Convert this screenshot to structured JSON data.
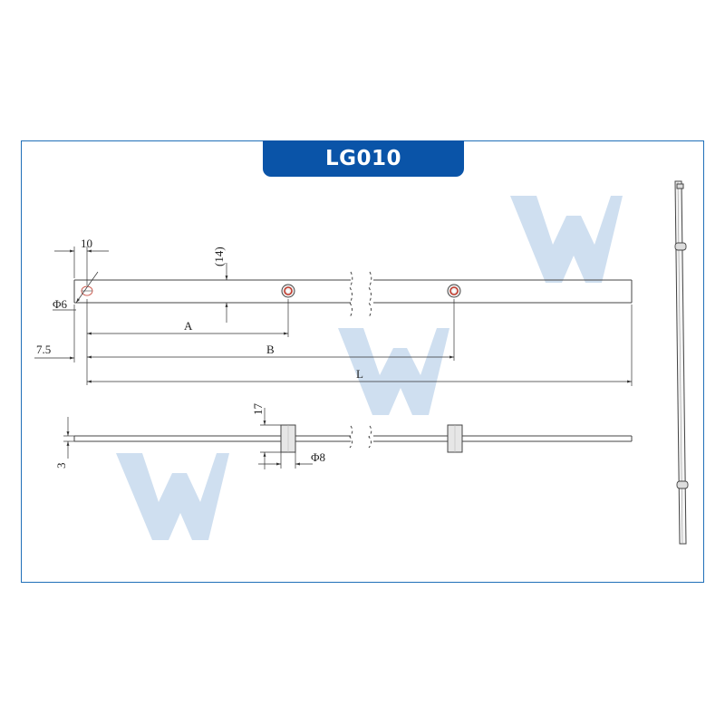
{
  "title": "LG010",
  "dimensions": {
    "hole_offset": "10",
    "height_ref": "(14)",
    "hole_diameter": "Φ6",
    "edge_offset": "7.5",
    "dim_a": "A",
    "dim_b": "B",
    "dim_l": "L",
    "pin_height": "17",
    "thickness": "3",
    "pin_diameter": "Φ8"
  },
  "colors": {
    "frame": "#1f6fb8",
    "title_bg": "#0a54a8",
    "watermark": "#c9dbef",
    "line": "#444444",
    "hole_ring": "#c0392b"
  },
  "watermark_glyph": "W"
}
